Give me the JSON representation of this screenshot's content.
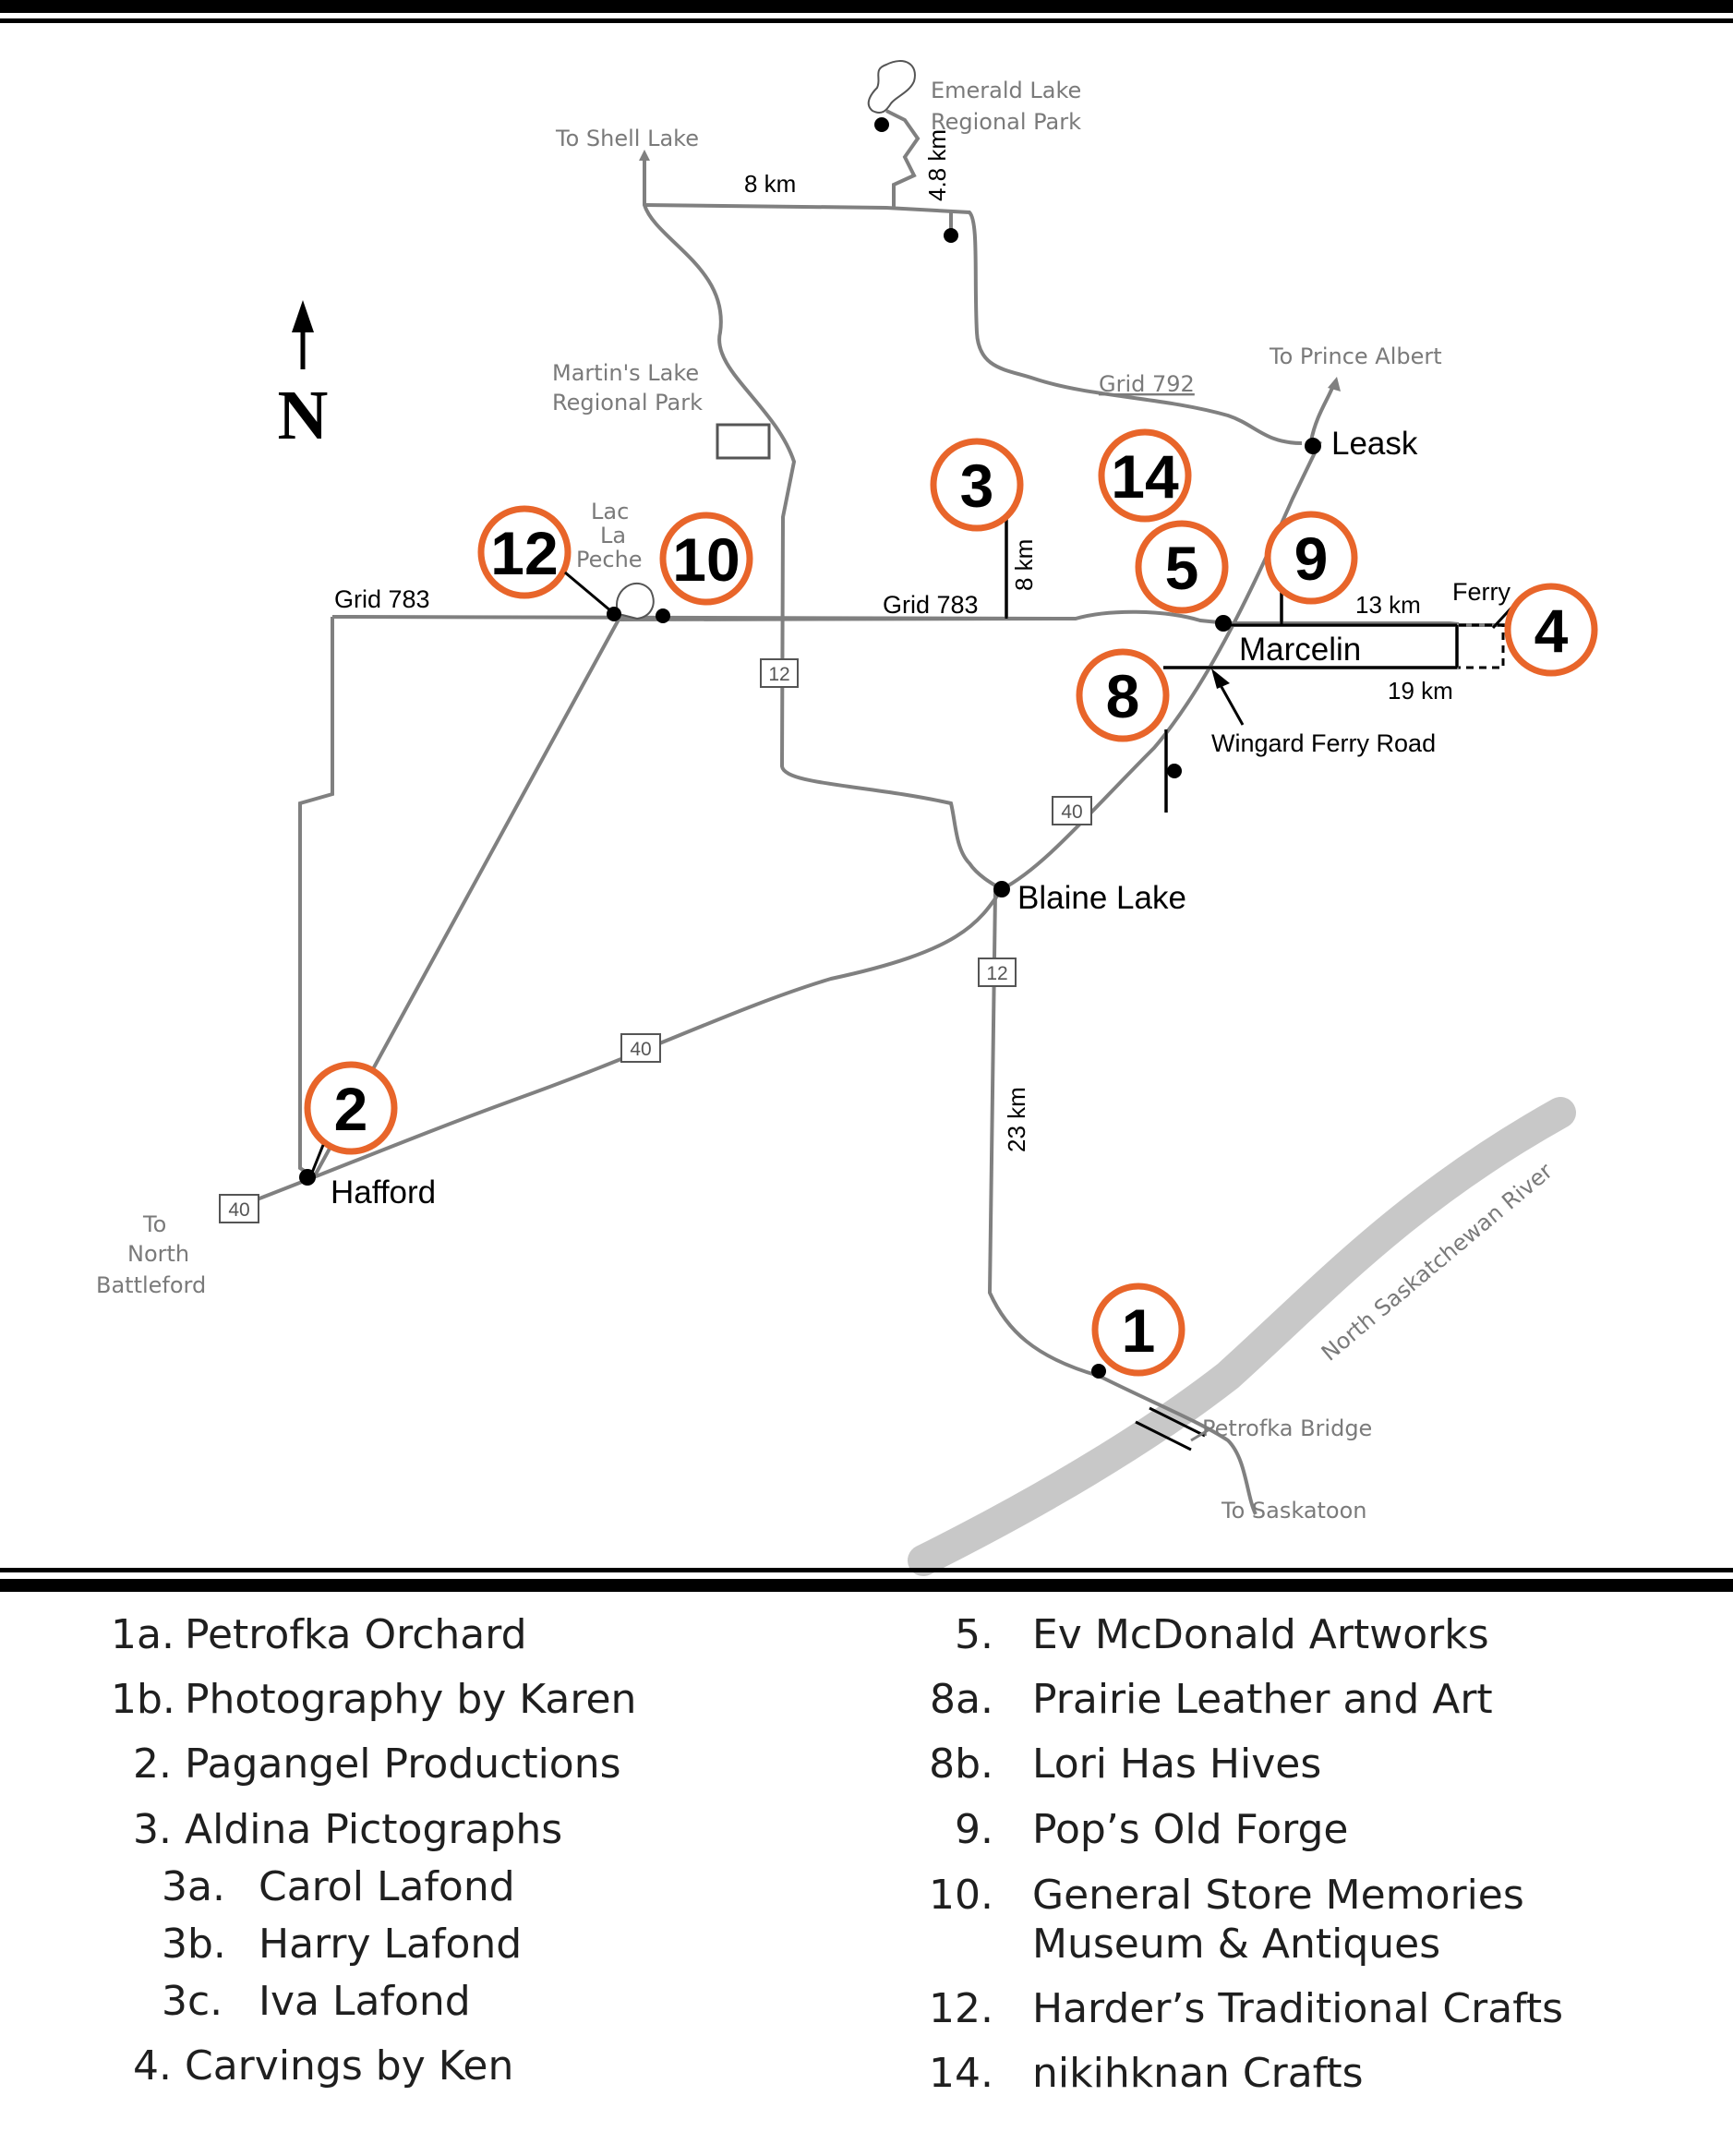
{
  "compass": {
    "letter": "N"
  },
  "map_labels": {
    "emerald_lake": [
      "Emerald Lake",
      "Regional Park"
    ],
    "to_shell_lake": "To Shell Lake",
    "martins_lake": [
      "Martin's Lake",
      "Regional Park"
    ],
    "lac_la_peche": [
      "Lac",
      "La",
      "Peche"
    ],
    "to_prince_albert": "To Prince Albert",
    "grid_792": "Grid 792",
    "leask": "Leask",
    "grid_783_west": "Grid 783",
    "grid_783_east": "Grid 783",
    "marcelin": "Marcelin",
    "ferry": "Ferry",
    "km_13": "13 km",
    "km_19": "19 km",
    "km_8_top": "8 km",
    "km_48": "4.8 km",
    "km_8_vertical": "8 km",
    "km_23": "23 km",
    "wingard_ferry_road": "Wingard Ferry Road",
    "blaine_lake": "Blaine Lake",
    "hafford": "Hafford",
    "to_north_battleford": [
      "To",
      "North",
      "Battleford"
    ],
    "petrofka_bridge": "Petrofka Bridge",
    "to_saskatoon": "To Saskatoon",
    "river": "North Saskatchewan River"
  },
  "highways": {
    "hwy_12": "12",
    "hwy_40": "40"
  },
  "markers": {
    "m1": "1",
    "m2": "2",
    "m3": "3",
    "m4": "4",
    "m5": "5",
    "m8": "8",
    "m9": "9",
    "m10": "10",
    "m12": "12",
    "m14": "14"
  },
  "colors": {
    "marker_ring": "#e8652a",
    "road": "#808080",
    "river": "#c8c8c8"
  },
  "legend": {
    "left": [
      {
        "num": "1a.",
        "text": "Petrofka Orchard"
      },
      {
        "num": "1b.",
        "text": "Photography by Karen"
      },
      {
        "num": "2.",
        "text": "Pagangel Productions"
      },
      {
        "num": "3.",
        "text": "Aldina Pictographs"
      },
      {
        "num": "3a.",
        "text": "Carol Lafond"
      },
      {
        "num": "3b.",
        "text": "Harry Lafond"
      },
      {
        "num": "3c.",
        "text": "Iva Lafond"
      },
      {
        "num": "4.",
        "text": "Carvings by Ken"
      }
    ],
    "right": [
      {
        "num": "5.",
        "text": "Ev McDonald Artworks"
      },
      {
        "num": "8a.",
        "text": "Prairie Leather and Art"
      },
      {
        "num": "8b.",
        "text": "Lori Has Hives"
      },
      {
        "num": "9.",
        "text": "Pop’s Old Forge"
      },
      {
        "num": "10.",
        "text": "General Store Memories"
      },
      {
        "num": "",
        "text": "Museum & Antiques"
      },
      {
        "num": "12.",
        "text": "Harder’s Traditional Crafts"
      },
      {
        "num": "14.",
        "text": "nikihknan Crafts"
      }
    ]
  }
}
